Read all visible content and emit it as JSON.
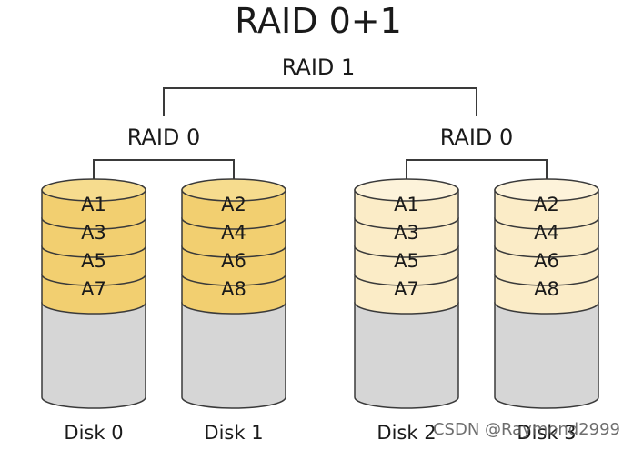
{
  "title": "RAID 0+1",
  "mirror_label": "RAID 1",
  "groups": [
    {
      "label": "RAID 0",
      "style": "dark",
      "disks": [
        {
          "name": "Disk 0",
          "blocks": [
            "A1",
            "A3",
            "A5",
            "A7"
          ]
        },
        {
          "name": "Disk 1",
          "blocks": [
            "A2",
            "A4",
            "A6",
            "A8"
          ]
        }
      ]
    },
    {
      "label": "RAID 0",
      "style": "light",
      "disks": [
        {
          "name": "Disk 2",
          "blocks": [
            "A1",
            "A3",
            "A5",
            "A7"
          ]
        },
        {
          "name": "Disk 3",
          "blocks": [
            "A2",
            "A4",
            "A6",
            "A8"
          ]
        }
      ]
    }
  ],
  "colors": {
    "dark_fill": "#f2cf70",
    "dark_top": "#f6dc8e",
    "light_fill": "#fbecc7",
    "light_top": "#fdf3da",
    "empty_fill": "#d6d6d6",
    "outline": "#3a3a3a"
  },
  "watermark": "CSDN @Raymond2999"
}
